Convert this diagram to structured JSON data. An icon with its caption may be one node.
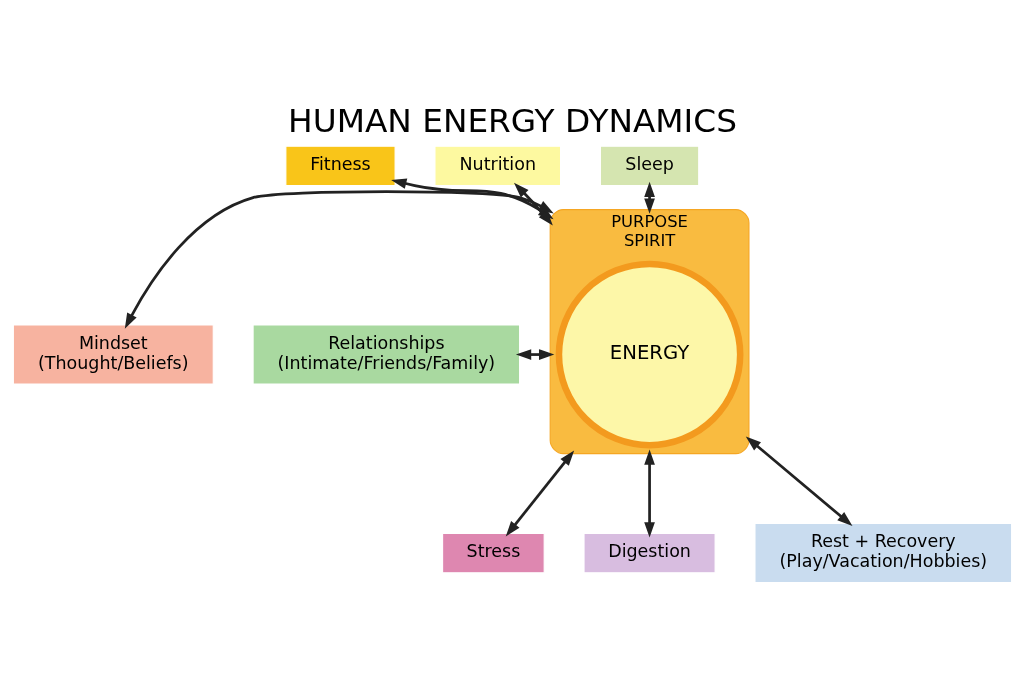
{
  "diagram": {
    "title": "HUMAN ENERGY DYNAMICS",
    "nodes": [
      {
        "text": [
          "PURPOSE",
          "SPIRIT"
        ]
      },
      {
        "text": [
          "ENERGY"
        ],
        "in": 0
      },
      {
        "text": [
          "Nutrition"
        ]
      },
      {
        "text": [
          "Fitness"
        ]
      },
      {
        "text": [
          "Sleep"
        ]
      },
      {
        "text": [
          "Mindset",
          "(Thought/Beliefs)"
        ]
      },
      {
        "text": [
          "Relationships",
          "(Intimate/Friends/Family)"
        ]
      },
      {
        "text": [
          "Stress"
        ]
      },
      {
        "text": [
          "Digestion"
        ]
      },
      {
        "text": [
          "Rest + Recovery",
          "(Play/Vacation/Hobbies)"
        ]
      }
    ],
    "edges": [
      {
        "from": 3,
        "to": 0,
        "arrow": "both"
      },
      {
        "from": 2,
        "to": 0,
        "arrow": "both"
      },
      {
        "from": 4,
        "to": 0,
        "arrow": "both"
      },
      {
        "from": 5,
        "to": 0,
        "arrow": "both"
      },
      {
        "from": 0,
        "to": 6,
        "arrow": "both"
      },
      {
        "from": 0,
        "to": 7,
        "arrow": "both"
      },
      {
        "from": 0,
        "to": 8,
        "arrow": "both"
      },
      {
        "from": 0,
        "to": 9,
        "arrow": "both"
      }
    ]
  }
}
